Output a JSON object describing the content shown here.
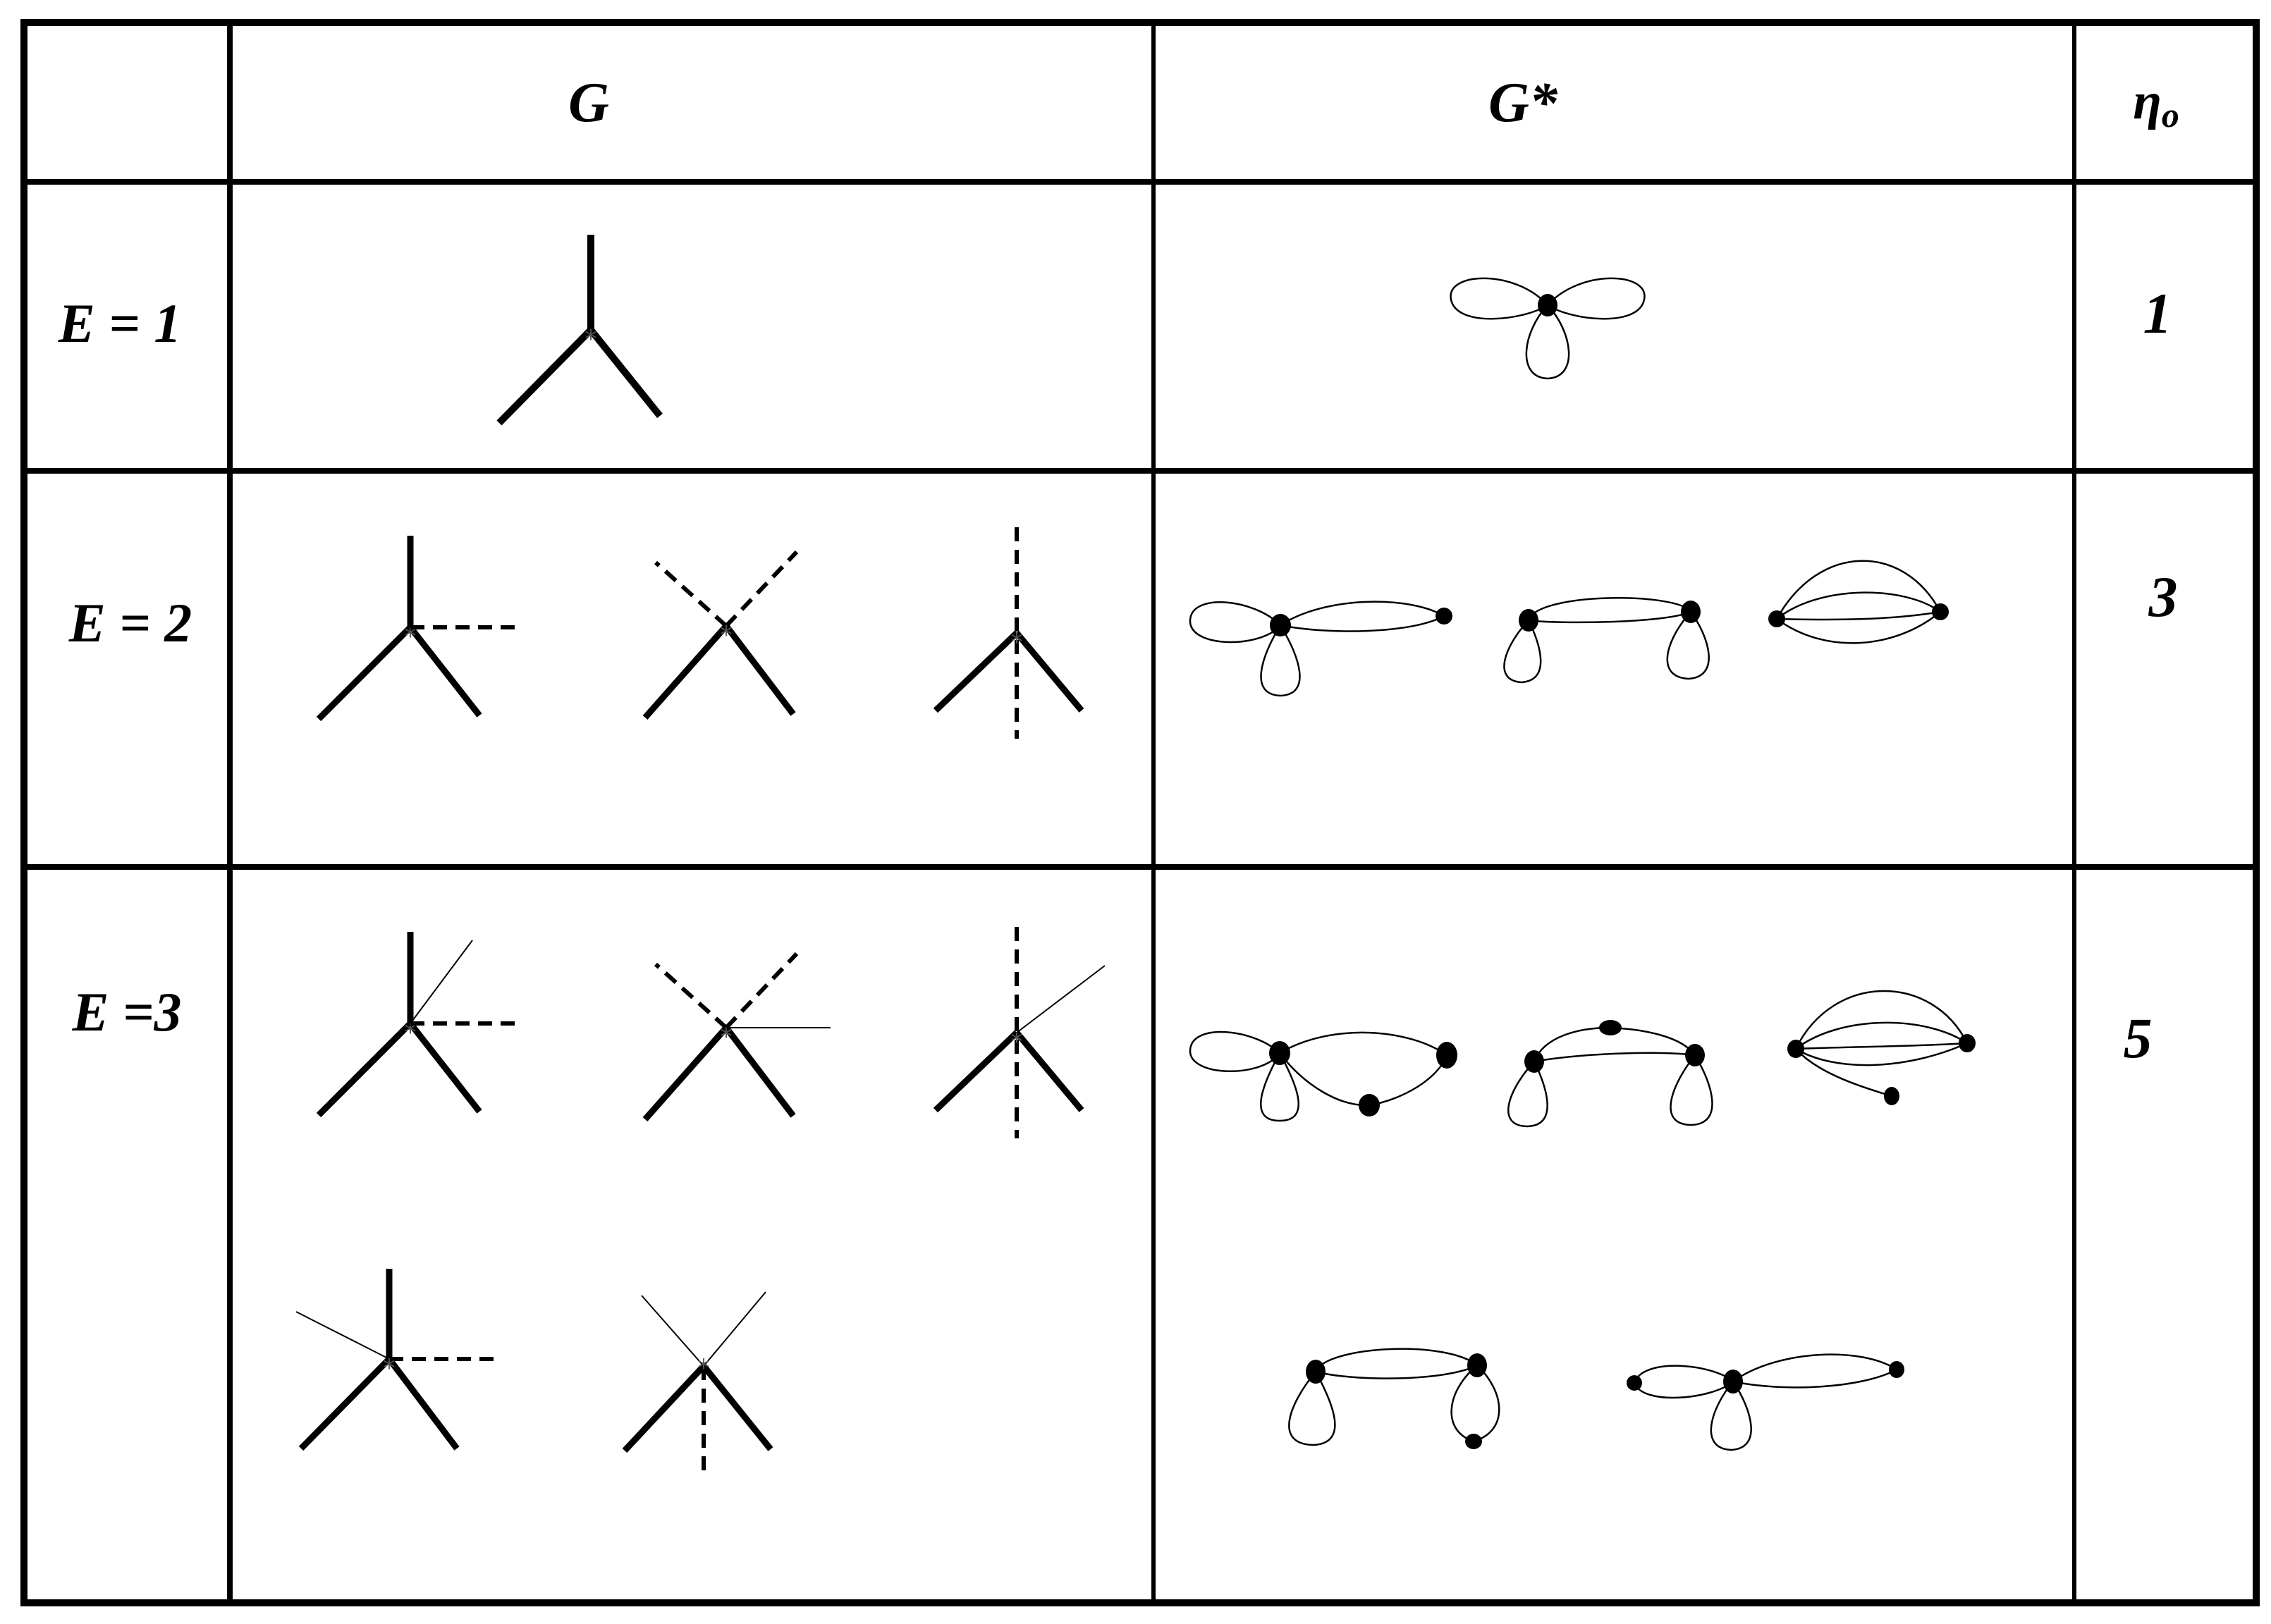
{
  "table": {
    "header": {
      "empty": "",
      "col_g": "G",
      "col_gstar": "G*",
      "col_eta": "η",
      "col_eta_sub": "o"
    },
    "rows": [
      {
        "label": "E = 1",
        "eta": "1",
        "g_diagrams": 1,
        "gstar_graphs": 1
      },
      {
        "label": "E = 2",
        "eta": "3",
        "g_diagrams": 3,
        "gstar_graphs": 3
      },
      {
        "label": "E =3",
        "eta": "5",
        "g_diagrams": 5,
        "gstar_graphs": 5
      }
    ]
  },
  "colors": {
    "ink": "#000000",
    "background": "#ffffff",
    "star": "#555555"
  }
}
